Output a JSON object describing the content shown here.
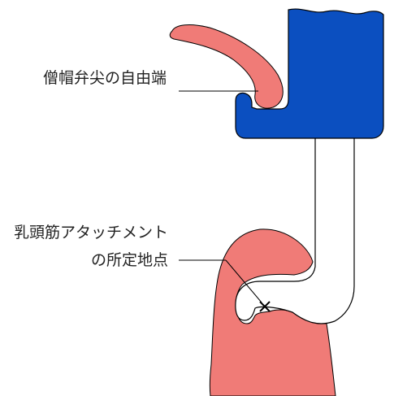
{
  "colors": {
    "tissue": "#f07b77",
    "device": "#0b4fc0",
    "outline": "#000000",
    "background": "#ffffff"
  },
  "labels": {
    "leaflet_tip": "僧帽弁尖の自由端",
    "muscle_line1": "乳頭筋アタッチメント",
    "muscle_line2": "の所定地点"
  },
  "markers": {
    "attachment_point": "cross-marker"
  }
}
